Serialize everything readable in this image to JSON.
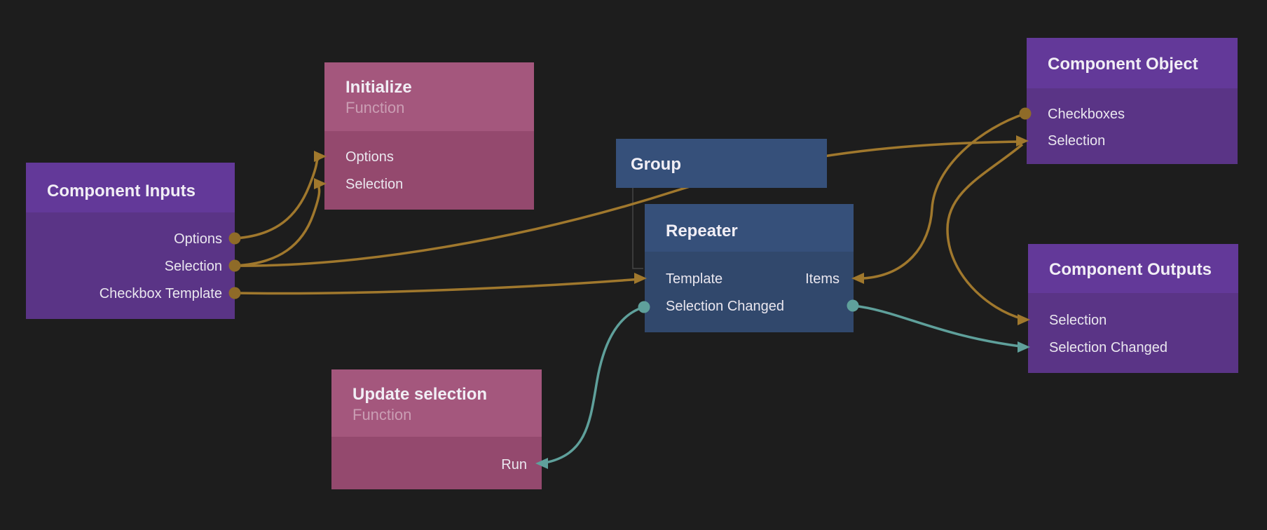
{
  "app": {
    "kind": "node-graph-editor-canvas",
    "background_color": "#1d1d1d"
  },
  "colors": {
    "wire_data": "#a0782d",
    "wire_signal": "#5fa09b",
    "node_purple_header": "#633999",
    "node_purple_body": "#5a3486",
    "node_pink_header": "#a4577d",
    "node_pink_body": "#94496e",
    "node_blue_header": "#36507a",
    "node_blue_body": "#31486c"
  },
  "nodes": {
    "component_inputs": {
      "title": "Component Inputs",
      "ports": {
        "options": "Options",
        "selection": "Selection",
        "checkbox_template": "Checkbox Template"
      }
    },
    "initialize": {
      "title": "Initialize",
      "subtitle": "Function",
      "ports": {
        "options": "Options",
        "selection": "Selection"
      }
    },
    "group": {
      "title": "Group"
    },
    "repeater": {
      "title": "Repeater",
      "ports": {
        "template": "Template",
        "items": "Items",
        "selection_changed": "Selection Changed"
      }
    },
    "update_selection": {
      "title": "Update selection",
      "subtitle": "Function",
      "ports": {
        "run": "Run"
      }
    },
    "component_object": {
      "title": "Component Object",
      "ports": {
        "checkboxes": "Checkboxes",
        "selection": "Selection"
      }
    },
    "component_outputs": {
      "title": "Component Outputs",
      "ports": {
        "selection": "Selection",
        "selection_changed": "Selection Changed"
      }
    }
  },
  "connections": [
    {
      "from": "component_inputs.options",
      "to": "initialize.options",
      "type": "data"
    },
    {
      "from": "component_inputs.selection",
      "to": "initialize.selection",
      "type": "data"
    },
    {
      "from": "component_inputs.selection",
      "to": "component_object.selection",
      "type": "data"
    },
    {
      "from": "component_inputs.checkbox_template",
      "to": "repeater.template",
      "type": "data"
    },
    {
      "from": "component_object.checkboxes",
      "to": "repeater.items",
      "type": "data"
    },
    {
      "from": "component_object.selection",
      "to": "component_outputs.selection",
      "type": "data"
    },
    {
      "from": "repeater.selection_changed",
      "to": "update_selection.run",
      "type": "signal"
    },
    {
      "from": "repeater.selection_changed",
      "to": "component_outputs.selection_changed",
      "type": "signal"
    },
    {
      "from": "group",
      "to": "repeater",
      "type": "child"
    }
  ]
}
